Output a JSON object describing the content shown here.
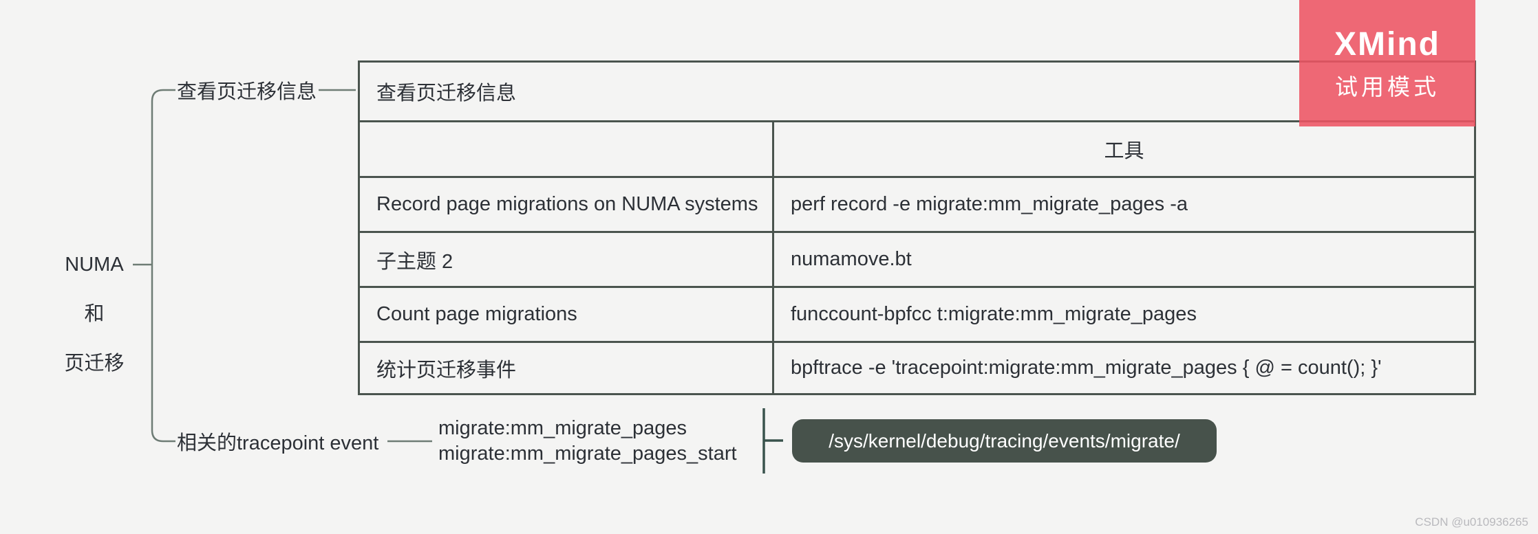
{
  "root": {
    "lines": [
      "NUMA",
      "和",
      "页迁移"
    ]
  },
  "branches": {
    "view": {
      "label": "查看页迁移信息"
    },
    "tracepoint": {
      "label": "相关的tracepoint event",
      "events": [
        "migrate:mm_migrate_pages",
        "migrate:mm_migrate_pages_start"
      ],
      "path_badge": "/sys/kernel/debug/tracing/events/migrate/"
    }
  },
  "table": {
    "title": "查看页迁移信息",
    "header": {
      "left": "",
      "right": "工具"
    },
    "rows": [
      {
        "label": "Record page migrations on NUMA systems",
        "tool": "perf record -e migrate:mm_migrate_pages -a"
      },
      {
        "label": "子主题 2",
        "tool": "numamove.bt"
      },
      {
        "label": "Count page migrations",
        "tool": "funccount-bpfcc t:migrate:mm_migrate_pages"
      },
      {
        "label": "统计页迁移事件",
        "tool": "bpftrace -e 'tracepoint:migrate:mm_migrate_pages { @ = count(); }'"
      }
    ]
  },
  "trial_overlay": {
    "title": "XMind",
    "subtitle": "试用模式"
  },
  "watermark": {
    "text": "CSDN @u010936265"
  },
  "colors": {
    "background": "#f4f4f3",
    "table_border": "#4a544e",
    "connector": "#6e7c75",
    "bracket": "#39534c",
    "badge_bg": "#47524b",
    "trial_badge_bg": "#ed5463",
    "text": "#2c3036",
    "watermark_text": "#b9b9bd"
  }
}
